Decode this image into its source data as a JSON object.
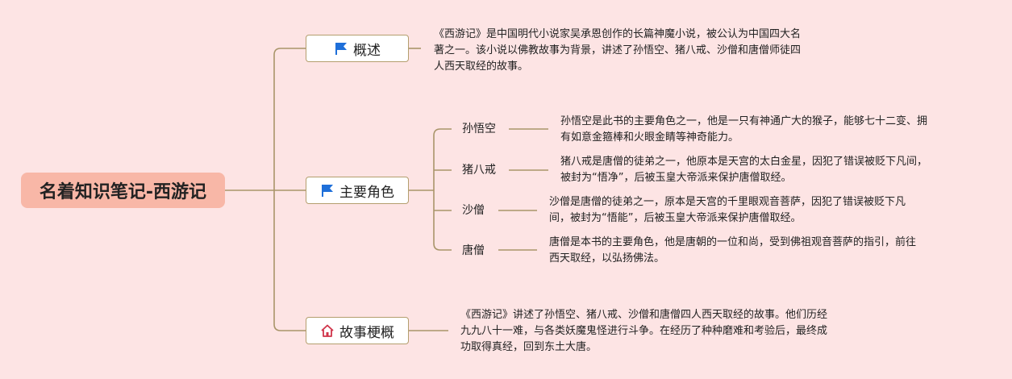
{
  "root": {
    "label": "名着知识笔记-西游记"
  },
  "branches": [
    {
      "label": "概述",
      "icon": "flag-icon",
      "note": [
        "《西游记》是中国明代小说家吴承恩创作的长篇神魔小说，被公认为中国四大名",
        "著之一。该小说以佛教故事为背景，讲述了孙悟空、猪八戒、沙僧和唐僧师徒四",
        "人西天取经的故事。"
      ]
    },
    {
      "label": "主要角色",
      "icon": "flag-icon",
      "children": [
        {
          "label": "孙悟空",
          "note": [
            "孙悟空是此书的主要角色之一，他是一只有神通广大的猴子，能够七十二变、拥",
            "有如意金箍棒和火眼金睛等神奇能力。"
          ]
        },
        {
          "label": "猪八戒",
          "note": [
            "猪八戒是唐僧的徒弟之一，他原本是天宫的太白金星，因犯了错误被贬下凡间，",
            "被封为“悟净”，后被玉皇大帝派来保护唐僧取经。"
          ]
        },
        {
          "label": "沙僧",
          "note": [
            "沙僧是唐僧的徒弟之一，原本是天宫的千里眼观音菩萨，因犯了错误被贬下凡",
            "间，被封为“悟能”，后被玉皇大帝派来保护唐僧取经。"
          ]
        },
        {
          "label": "唐僧",
          "note": [
            "唐僧是本书的主要角色，他是唐朝的一位和尚，受到佛祖观音菩萨的指引，前往",
            "西天取经，以弘扬佛法。"
          ]
        }
      ]
    },
    {
      "label": "故事梗概",
      "icon": "home-icon",
      "note": [
        "《西游记》讲述了孙悟空、猪八戒、沙僧和唐僧四人西天取经的故事。他们历经",
        "九九八十一难，与各类妖魔鬼怪进行斗争。在经历了种种磨难和考验后，最终成",
        "功取得真经，回到东土大唐。"
      ]
    }
  ],
  "colors": {
    "background": "#fde4e4",
    "root_fill": "#f8b7a7",
    "connector": "#a9956a",
    "flag": "#1e6fd9",
    "home": "#d0344a"
  }
}
